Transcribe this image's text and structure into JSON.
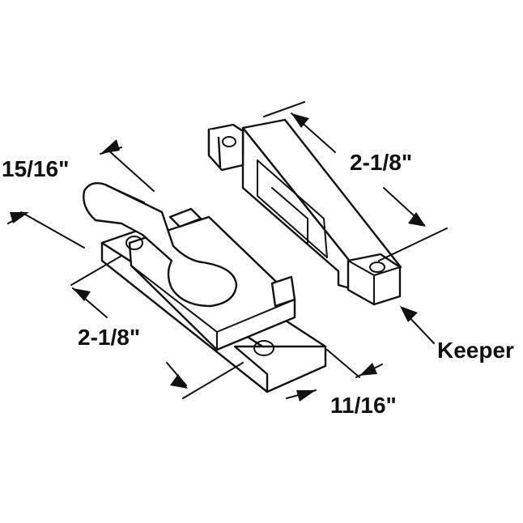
{
  "dimensions": {
    "latch_width": "15/16\"",
    "latch_length": "2-1/8\"",
    "latch_depth": "11/16\"",
    "keeper_length": "2-1/8\""
  },
  "callouts": {
    "keeper": "Keeper"
  },
  "colors": {
    "line": "#111111",
    "background": "#ffffff"
  }
}
